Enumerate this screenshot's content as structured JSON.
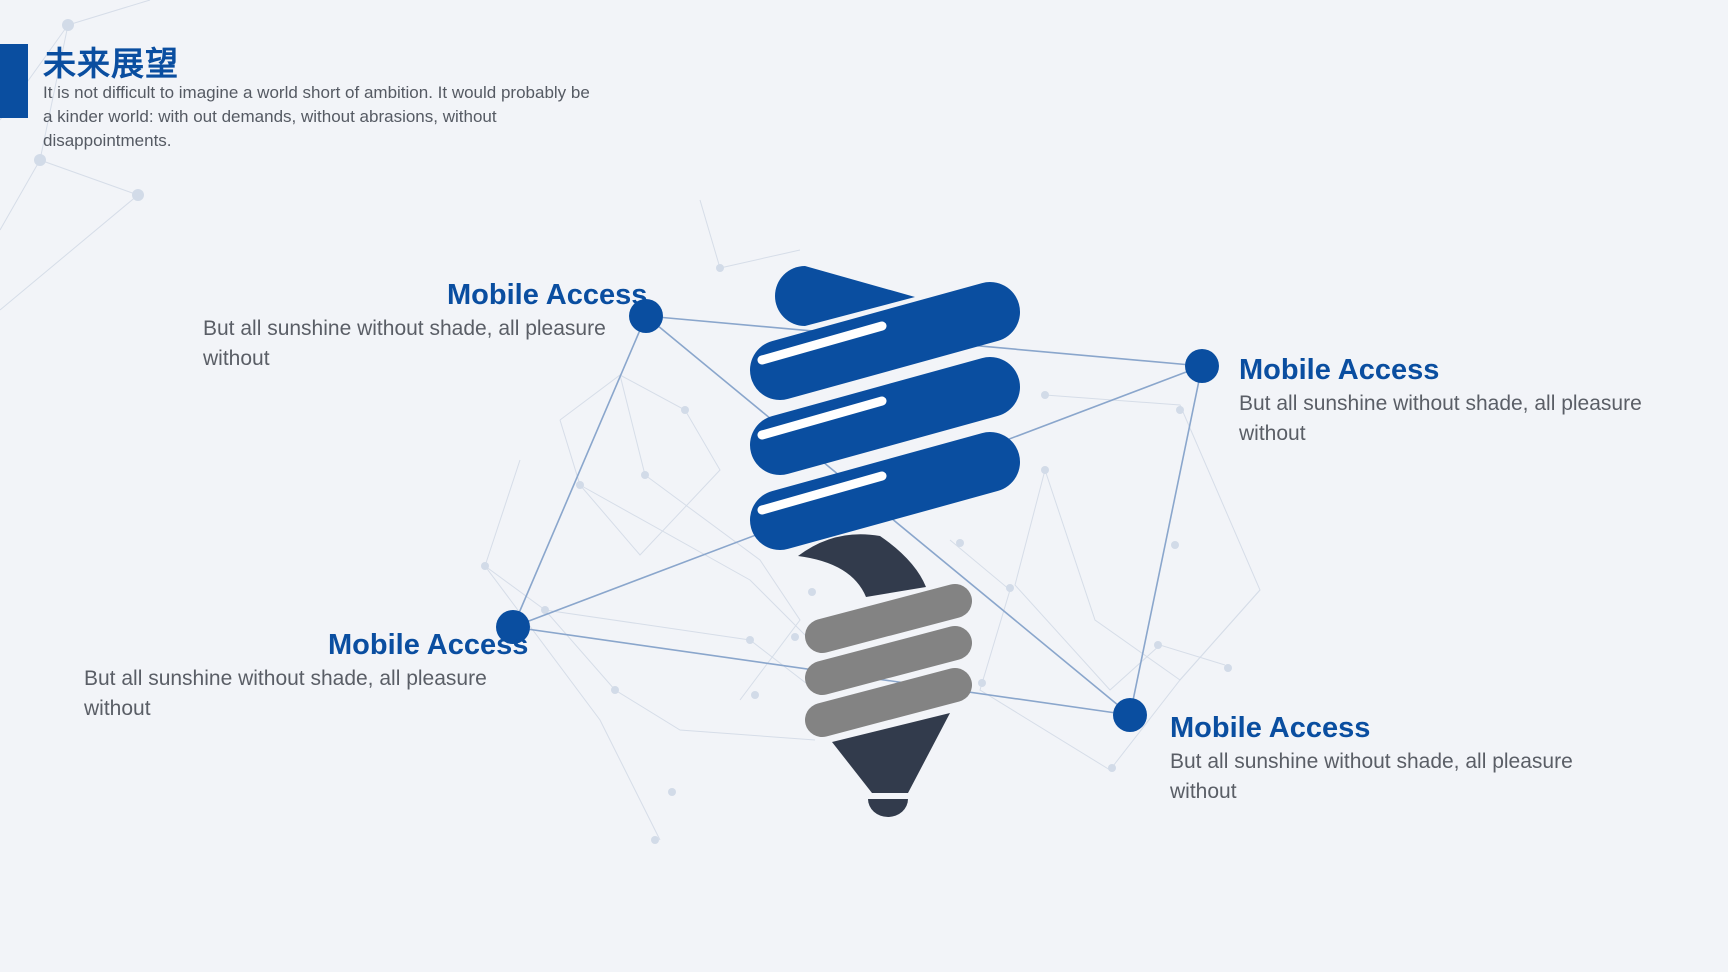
{
  "header": {
    "title": "未来展望",
    "intro": "It is not difficult to imagine a world short of ambition. It would probably be a kinder world: with out demands, without abrasions, without disappointments."
  },
  "features": [
    {
      "title": "Mobile Access",
      "text": "But all sunshine without shade, all pleasure without"
    },
    {
      "title": "Mobile Access",
      "text": "But all sunshine without shade, all pleasure without"
    },
    {
      "title": "Mobile Access",
      "text": "But all sunshine without shade, all pleasure without"
    },
    {
      "title": "Mobile Access",
      "text": "But all sunshine without shade, all pleasure without"
    }
  ],
  "colors": {
    "accent": "#0a4ea0",
    "dark": "#323b4c",
    "gray": "#838383",
    "line": "#8aa6cc",
    "background": "#f2f4f8"
  },
  "icons": {
    "main": "lightbulb-icon",
    "connector": "node-dot-icon"
  }
}
